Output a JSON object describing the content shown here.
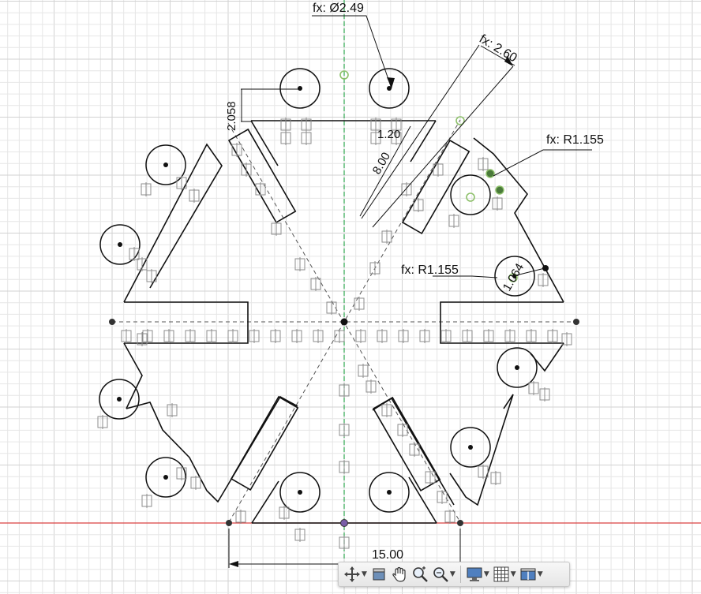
{
  "colors": {
    "background": "#ffffff",
    "grid_minor": "#e6e6e6",
    "grid_major": "#d2d2d2",
    "x_axis": "#d94040",
    "y_axis": "#2fa84f",
    "sketch_line": "#111111",
    "construction": "#555555",
    "constraint_glyph": "#8c8c8c",
    "point_green": "#8dc06a",
    "toolbar_bg": "#ececec"
  },
  "dimensions": {
    "diameter": "fx: Ø2.49",
    "slot_width": "fx: 2.60",
    "radius_upper": "fx: R1.155",
    "radius_lower": "fx: R1.155",
    "notch_depth": "2.058",
    "slot_length": "8.00",
    "small_top": "1.20",
    "small_right": "1.064",
    "overall_width": "15.00"
  },
  "toolbar": {
    "items": [
      {
        "name": "orbit",
        "icon": "orbit-icon",
        "has_menu": true
      },
      {
        "name": "look-at",
        "icon": "look-at-icon",
        "has_menu": false
      },
      {
        "name": "pan",
        "icon": "pan-hand-icon",
        "has_menu": false
      },
      {
        "name": "zoom",
        "icon": "zoom-icon",
        "has_menu": false
      },
      {
        "name": "fit",
        "icon": "zoom-window-icon",
        "has_menu": true
      },
      {
        "name": "display-settings",
        "icon": "monitor-icon",
        "has_menu": true
      },
      {
        "name": "grid-snaps",
        "icon": "grid-icon",
        "has_menu": true
      },
      {
        "name": "viewports",
        "icon": "viewports-icon",
        "has_menu": true
      }
    ]
  }
}
